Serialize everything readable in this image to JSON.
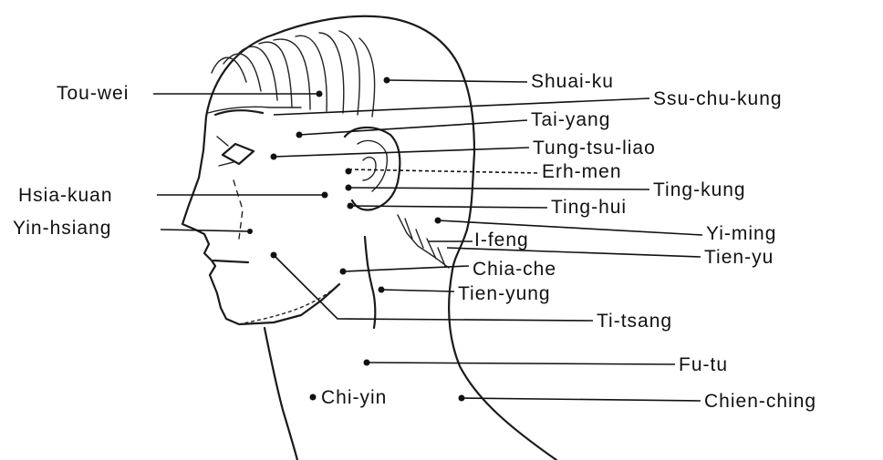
{
  "labels": {
    "tou_wei": "Tou-wei",
    "shuai_ku": "Shuai-ku",
    "ssu_chu_kung": "Ssu-chu-kung",
    "tai_yang": "Tai-yang",
    "tung_tsu_liao": "Tung-tsu-liao",
    "erh_men": "Erh-men",
    "hsia_kuan": "Hsia-kuan",
    "ting_kung": "Ting-kung",
    "ting_hui": "Ting-hui",
    "yin_hsiang": "Yin-hsiang",
    "yi_ming": "Yi-ming",
    "i_feng": "I-feng",
    "tien_yu": "Tien-yu",
    "chia_che": "Chia-che",
    "tien_yung": "Tien-yung",
    "ti_tsang": "Ti-tsang",
    "fu_tu": "Fu-tu",
    "chi_yin": "Chi-yin",
    "chien_ching": "Chien-ching"
  }
}
